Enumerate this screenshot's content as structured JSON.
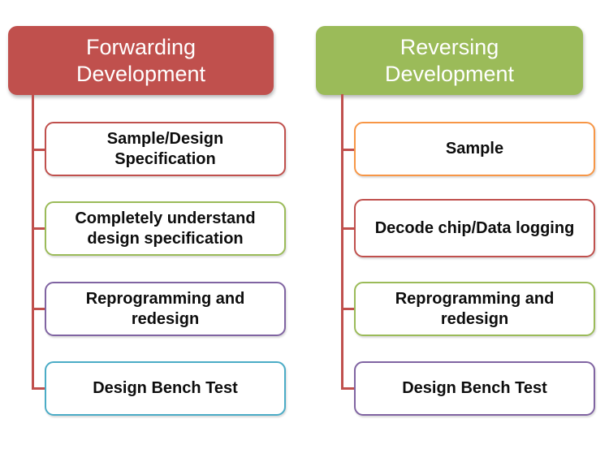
{
  "connector_color": "#c0504d",
  "columns": [
    {
      "title": "Forwarding Development",
      "fill": "#c0504d",
      "items": [
        {
          "label": "Sample/Design Specification",
          "border": "#c0504d"
        },
        {
          "label": "Completely understand design specification",
          "border": "#9bbb59"
        },
        {
          "label": "Reprogramming and redesign",
          "border": "#8064a2"
        },
        {
          "label": "Design Bench Test",
          "border": "#4bacc6"
        }
      ]
    },
    {
      "title": "Reversing Development",
      "fill": "#9bbb59",
      "items": [
        {
          "label": "Sample",
          "border": "#f79646"
        },
        {
          "label": "Decode chip/Data logging",
          "border": "#c0504d"
        },
        {
          "label": "Reprogramming and redesign",
          "border": "#9bbb59"
        },
        {
          "label": "Design Bench Test",
          "border": "#8064a2"
        }
      ]
    }
  ]
}
